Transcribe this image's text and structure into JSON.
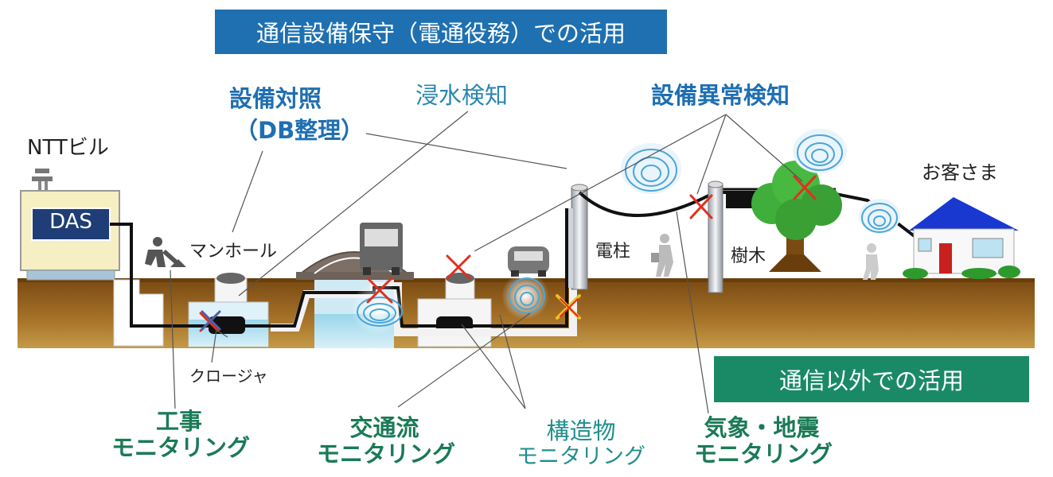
{
  "banner_top": "通信設備保守（電通役務）での活用",
  "banner_bottom": "通信以外での活用",
  "labels": {
    "setsubi_taisho": "設備対照",
    "db_seiri": "（DB整理）",
    "shinsui": "浸水検知",
    "ijou": "設備異常検知",
    "ntt": "NTTビル",
    "das": "DAS",
    "manhole": "マンホール",
    "closure": "クロージャ",
    "denchu": "電柱",
    "jumoku": "樹木",
    "okyaku": "お客さま"
  },
  "bottom_labels": {
    "kouji_1": "工事",
    "kouji_2": "モニタリング",
    "koutsu_1": "交通流",
    "koutsu_2": "モニタリング",
    "kouzou_1": "構造物",
    "kouzou_2": "モニタリング",
    "kishou_1": "気象・地震",
    "kishou_2": "モニタリング"
  },
  "colors": {
    "banner_blue": "#1f70b0",
    "banner_green": "#1a8a66",
    "ground": "#8b5a1e",
    "ground_light": "#b88a3c",
    "cross_red": "#e03020",
    "cross_yellow": "#f0c020"
  }
}
